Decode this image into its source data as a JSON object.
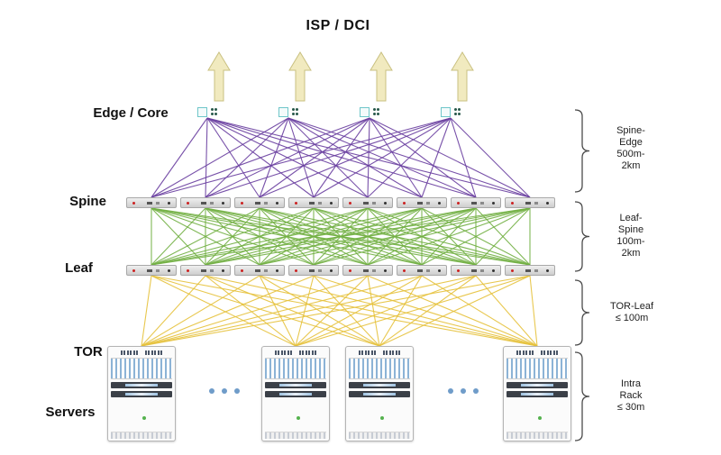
{
  "title": "ISP / DCI",
  "layer_labels": {
    "edge_core": "Edge / Core",
    "spine": "Spine",
    "leaf": "Leaf",
    "tor": "TOR",
    "servers": "Servers"
  },
  "annotations": [
    {
      "text": "Spine-\nEdge\n500m-\n2km"
    },
    {
      "text": "Leaf-\nSpine\n100m-\n2km"
    },
    {
      "text": "TOR-Leaf\n≤ 100m"
    },
    {
      "text": "Intra\nRack\n≤ 30m"
    }
  ],
  "topology": {
    "edge_count": 4,
    "spine_count": 8,
    "leaf_count": 8,
    "rack_count": 4
  },
  "colors": {
    "edge_spine_link": "#6a3fa0",
    "spine_leaf_link": "#72b043",
    "leaf_tor_link": "#e6c23c",
    "arrow_fill": "#f1eabf",
    "arrow_stroke": "#c9c080",
    "bracket": "#4a4a4a",
    "edge_device_accent": "#6fc6c9",
    "rack_stripe": "#8cb3d6"
  }
}
